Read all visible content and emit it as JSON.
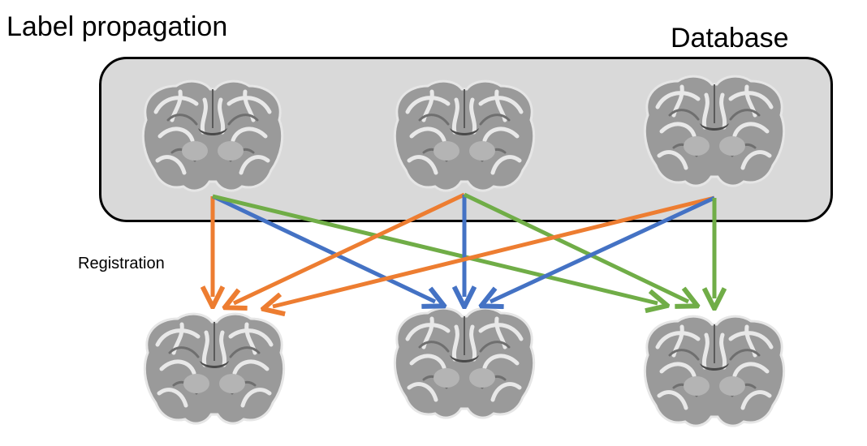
{
  "title": "Label propagation",
  "database_label": "Database",
  "registration_label": "Registration",
  "colors": {
    "orange": "#ED7D31",
    "blue": "#4472C4",
    "green": "#70AD47",
    "box_fill": "#D9D9D9"
  },
  "database_images": [
    "coronal-brain-mri",
    "coronal-brain-mri",
    "coronal-brain-mri"
  ],
  "target_images": [
    "coronal-brain-mri",
    "coronal-brain-mri",
    "coronal-brain-mri"
  ]
}
